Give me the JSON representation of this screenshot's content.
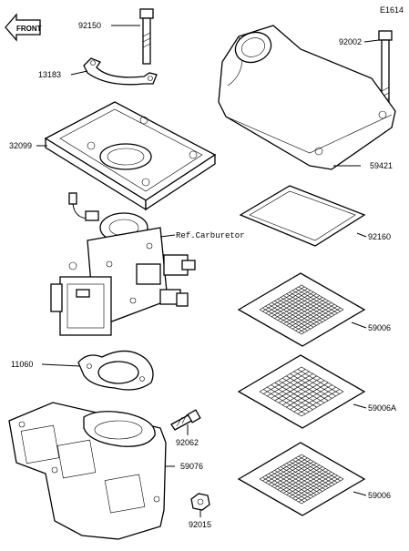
{
  "figure_id": "E1614",
  "front_label": "FRONT",
  "callouts": {
    "bolt_top": "92150",
    "bracket": "13183",
    "base": "32099",
    "carb_ref": "Ref.Carburetor",
    "gasket": "11060",
    "manifold": "59076",
    "stud": "92062",
    "nut": "92015",
    "bolt_box": "92002",
    "box": "59421",
    "seal": "92160",
    "screen1": "59006",
    "screen2": "59006A",
    "screen3": "59006"
  }
}
